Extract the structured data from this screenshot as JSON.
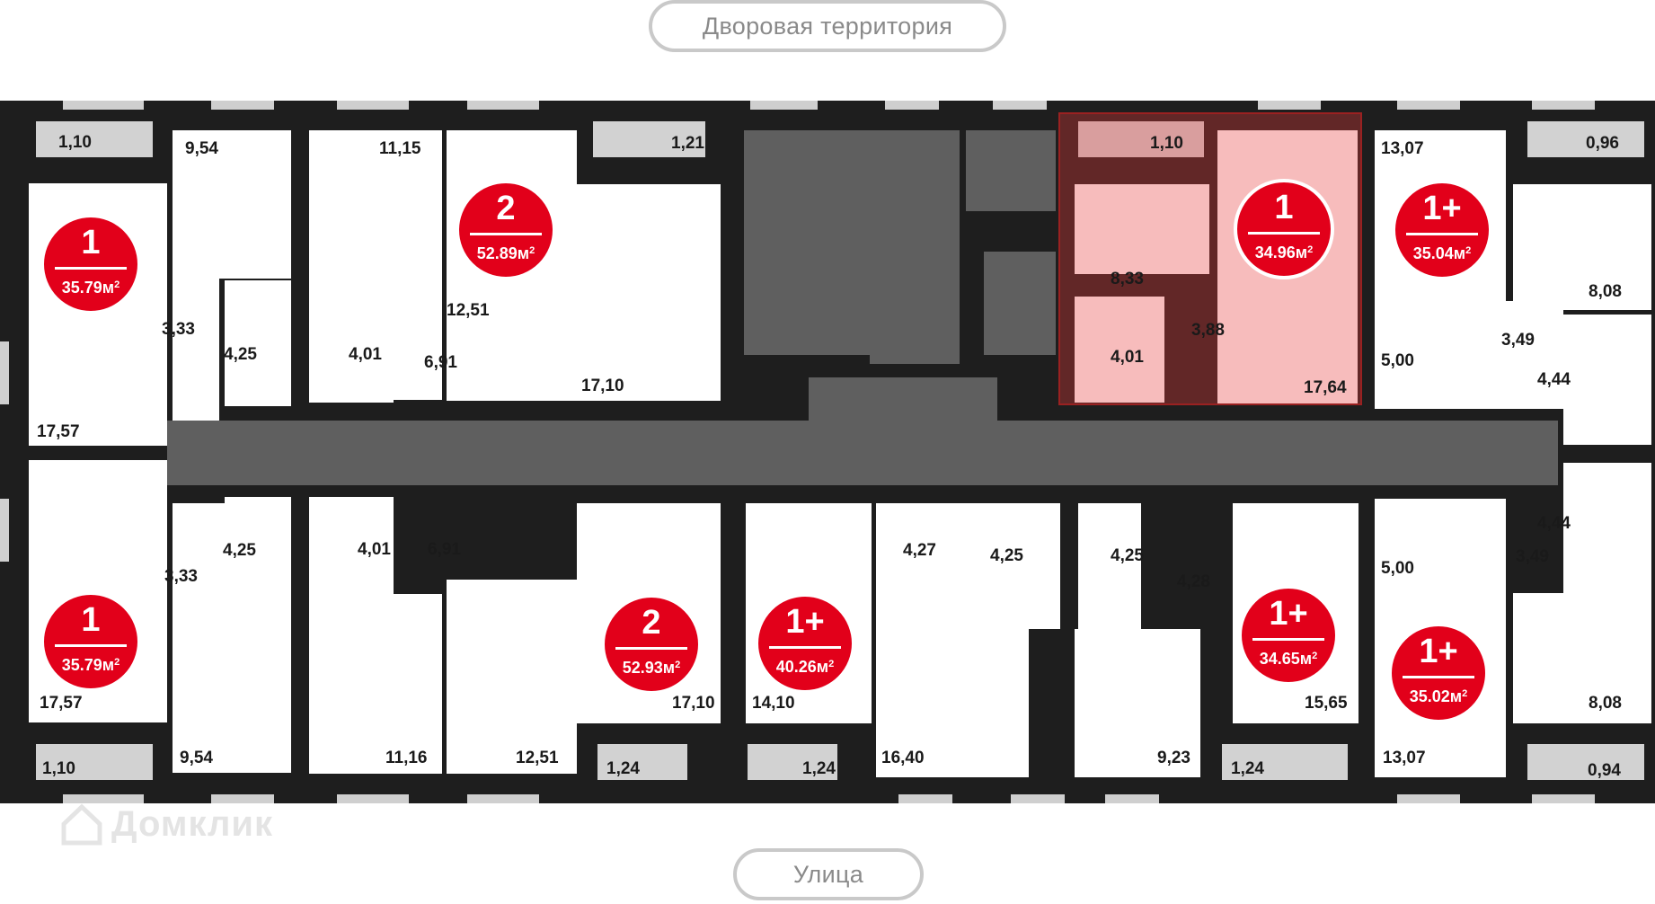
{
  "labels": {
    "courtyard": "Дворовая территория",
    "street": "Улица",
    "watermark": "Домклик"
  },
  "colors": {
    "wall": "#1e1e1e",
    "corridor": "#5f5f5f",
    "badge": "#e2001a",
    "highlight": "#e83c3c"
  },
  "apartments": [
    {
      "rooms": "1",
      "area": "35.79",
      "unit": "м",
      "sup": "2"
    },
    {
      "rooms": "2",
      "area": "52.89",
      "unit": "м",
      "sup": "2"
    },
    {
      "rooms": "1",
      "area": "34.96",
      "unit": "м",
      "sup": "2"
    },
    {
      "rooms": "1+",
      "area": "35.04",
      "unit": "м",
      "sup": "2"
    },
    {
      "rooms": "1",
      "area": "35.79",
      "unit": "м",
      "sup": "2"
    },
    {
      "rooms": "2",
      "area": "52.93",
      "unit": "м",
      "sup": "2"
    },
    {
      "rooms": "1+",
      "area": "40.26",
      "unit": "м",
      "sup": "2"
    },
    {
      "rooms": "1+",
      "area": "34.65",
      "unit": "м",
      "sup": "2"
    },
    {
      "rooms": "1+",
      "area": "35.02",
      "unit": "м",
      "sup": "2"
    }
  ],
  "room_areas": {
    "top": [
      "1,10",
      "9,54",
      "11,15",
      "1,21",
      "1,10",
      "13,07",
      "0,96",
      "3,33",
      "4,25",
      "4,01",
      "6,91",
      "12,51",
      "17,10",
      "17,57",
      "8,33",
      "3,88",
      "4,01",
      "17,64",
      "8,08",
      "3,49",
      "5,00",
      "4,44"
    ],
    "bottom": [
      "3,33",
      "4,25",
      "4,01",
      "6,91",
      "17,57",
      "17,10",
      "14,10",
      "4,27",
      "4,25",
      "4,25",
      "4,28",
      "15,65",
      "5,00",
      "3,49",
      "4,44",
      "8,08",
      "1,10",
      "9,54",
      "11,16",
      "12,51",
      "1,24",
      "1,24",
      "16,40",
      "9,23",
      "1,24",
      "13,07",
      "0,94"
    ]
  }
}
